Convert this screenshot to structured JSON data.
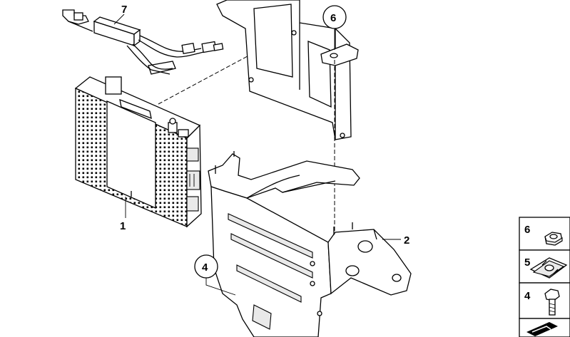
{
  "callouts": [
    {
      "id": "1",
      "label": "1"
    },
    {
      "id": "2",
      "label": "2"
    },
    {
      "id": "4",
      "label": "4"
    },
    {
      "id": "6",
      "label": "6"
    },
    {
      "id": "7",
      "label": "7"
    }
  ],
  "legend": [
    {
      "label": "6",
      "icon": "hex-nut-icon"
    },
    {
      "label": "5",
      "icon": "clip-nut-icon"
    },
    {
      "label": "4",
      "icon": "bolt-icon"
    }
  ],
  "legend_footer_icon": "arrow-symbol-icon"
}
